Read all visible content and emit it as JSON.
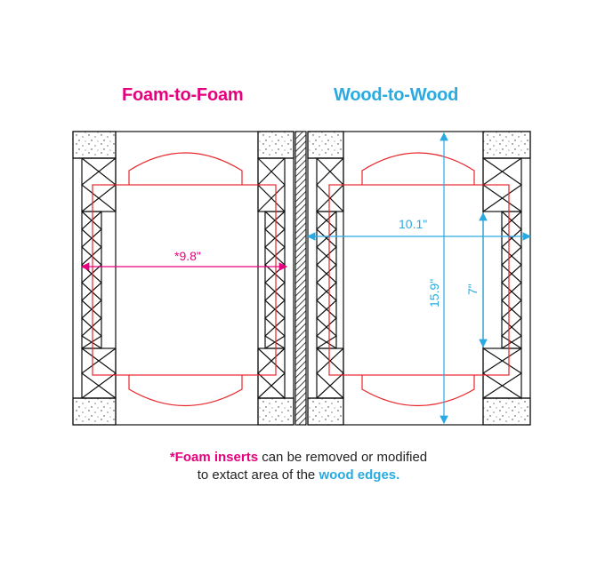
{
  "titles": {
    "left": "Foam-to-Foam",
    "right": "Wood-to-Wood"
  },
  "dimensions": {
    "foam_width": "*9.8\"",
    "wood_width": "10.1\"",
    "wood_height": "15.9\"",
    "inner_height": "7\""
  },
  "footnote": {
    "line1_highlight": "*Foam inserts",
    "line1_rest": " can be removed or modified",
    "line2_start": "to extact area of the ",
    "line2_highlight": "wood edges."
  },
  "colors": {
    "pink": "#e6007e",
    "blue": "#29abe2",
    "red_outline": "#e8252b",
    "line": "#111111"
  }
}
